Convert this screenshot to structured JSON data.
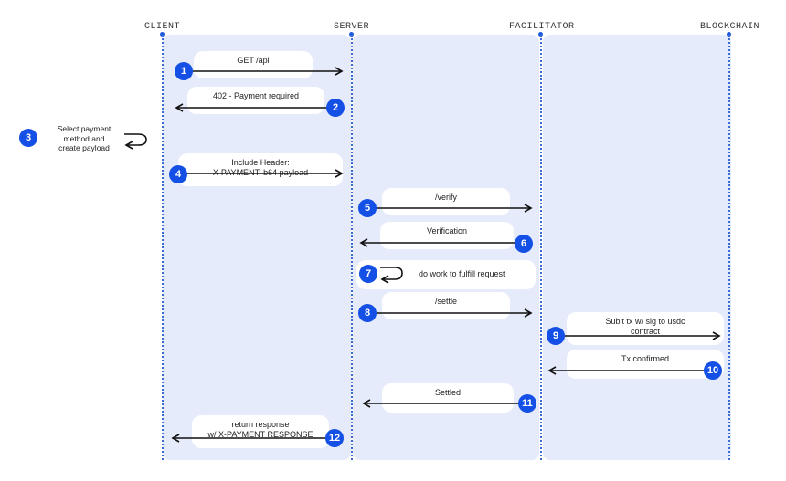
{
  "columns": {
    "client": "CLIENT",
    "server": "SERVER",
    "facilitator": "FACILITATOR",
    "blockchain": "BLOCKCHAIN"
  },
  "colors": {
    "accent": "#1450e6",
    "lane": "#e6ebfb",
    "arrow": "#111111"
  },
  "steps": [
    {
      "num": "1",
      "label": "GET /api",
      "direction": "right"
    },
    {
      "num": "2",
      "label": "402 - Payment required",
      "direction": "left"
    },
    {
      "num": "3",
      "label": "Select payment\nmethod and\ncreate payload",
      "direction": "self"
    },
    {
      "num": "4",
      "label": "Include Header:\nX-PAYMENT: b64 payload",
      "direction": "right"
    },
    {
      "num": "5",
      "label": "/verify",
      "direction": "right"
    },
    {
      "num": "6",
      "label": "Verification",
      "direction": "left"
    },
    {
      "num": "7",
      "label": "do work to fulfill request",
      "direction": "self"
    },
    {
      "num": "8",
      "label": "/settle",
      "direction": "right"
    },
    {
      "num": "9",
      "label": "Subit tx w/ sig to usdc\ncontract",
      "direction": "right"
    },
    {
      "num": "10",
      "label": "Tx confirmed",
      "direction": "left"
    },
    {
      "num": "11",
      "label": "Settled",
      "direction": "left"
    },
    {
      "num": "12",
      "label": "return response\nw/ X-PAYMENT RESPONSE",
      "direction": "left"
    }
  ]
}
